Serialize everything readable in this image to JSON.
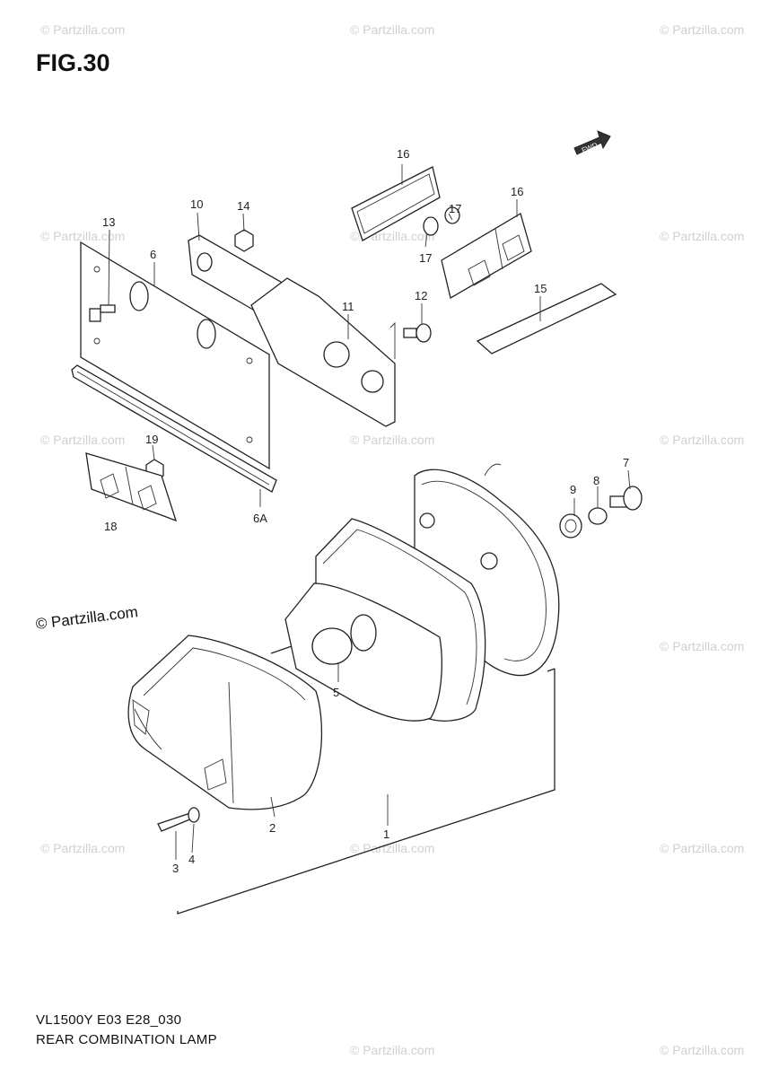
{
  "figure": {
    "title": "FIG.30",
    "model_code": "VL1500Y E03 E28_030",
    "description": "REAR COMBINATION LAMP",
    "watermark": "© Partzilla.com",
    "watermark_small": "© Partzilla.com",
    "fwd_label": "FWD"
  },
  "callouts": [
    "16",
    "16",
    "10",
    "14",
    "13",
    "6",
    "17",
    "17",
    "11",
    "12",
    "15",
    "9",
    "8",
    "7",
    "19",
    "18",
    "6A",
    "5",
    "2",
    "1",
    "3",
    "4"
  ]
}
